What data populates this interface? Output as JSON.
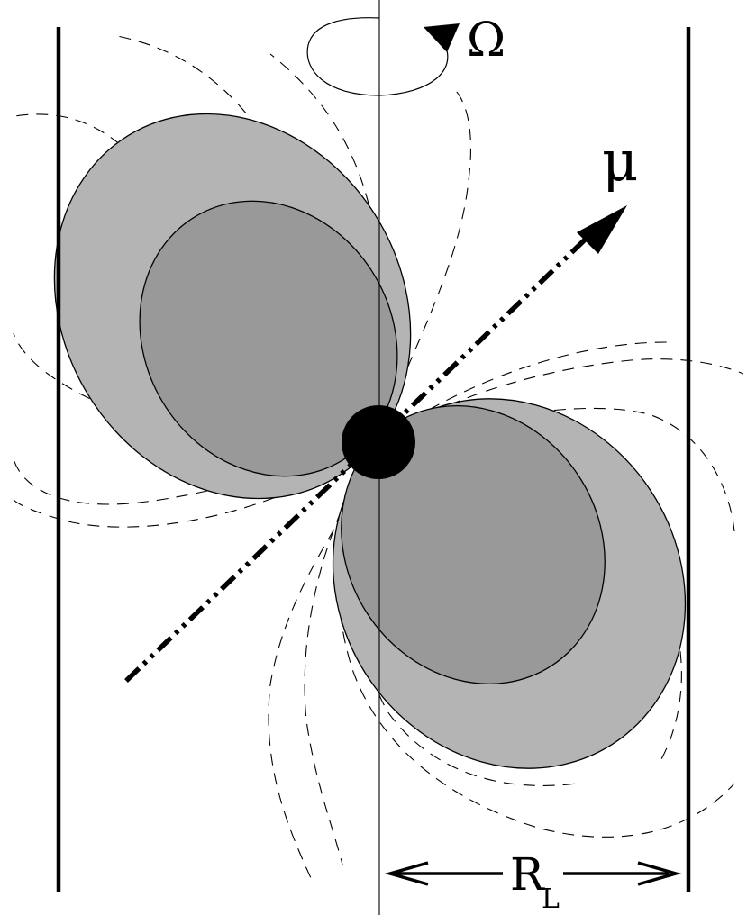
{
  "labels": {
    "omega": "Ω",
    "mu": "μ",
    "light_cylinder_radius": "R",
    "light_cylinder_radius_subscript": "L"
  },
  "colors": {
    "outer_lobe": "#b4b4b4",
    "inner_lobe": "#999999",
    "line": "#000000",
    "background": "#ffffff"
  }
}
